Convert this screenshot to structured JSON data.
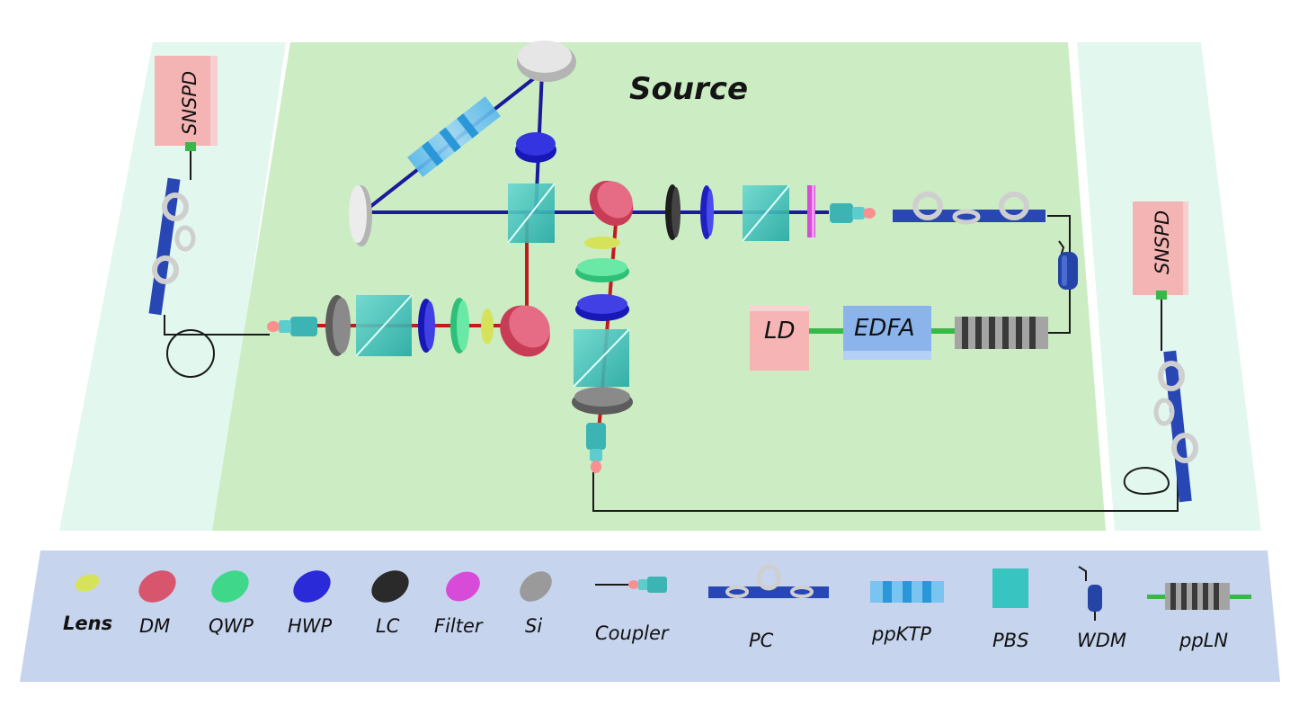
{
  "diagram": {
    "title": "Source",
    "detectors": {
      "left": "SNSPD",
      "right": "SNSPD"
    },
    "pump_chain": {
      "laser": "LD",
      "amplifier": "EDFA"
    }
  },
  "legend": {
    "items": [
      {
        "id": "lens",
        "label": "Lens"
      },
      {
        "id": "dm",
        "label": "DM"
      },
      {
        "id": "qwp",
        "label": "QWP"
      },
      {
        "id": "hwp",
        "label": "HWP"
      },
      {
        "id": "lc",
        "label": "LC"
      },
      {
        "id": "filter",
        "label": "Filter"
      },
      {
        "id": "si",
        "label": "Si"
      },
      {
        "id": "coupler",
        "label": "Coupler"
      },
      {
        "id": "pc",
        "label": "PC"
      },
      {
        "id": "ppktp",
        "label": "ppKTP"
      },
      {
        "id": "pbs",
        "label": "PBS"
      },
      {
        "id": "wdm",
        "label": "WDM"
      },
      {
        "id": "ppln",
        "label": "ppLN"
      }
    ]
  },
  "colors": {
    "panel_green": "#ccecc4",
    "side_panel": "#e2f7ee",
    "legend_bg": "#c6d4ee",
    "pump_beam": "#1a1a9a",
    "signal_beam": "#c41a1a",
    "lens": "#d6e35a",
    "dm": "#d8556e",
    "qwp": "#3fd88a",
    "hwp": "#2a2ad8",
    "lc": "#2a2a2a",
    "filter": "#d84ad8",
    "si": "#9a9a9a",
    "pbs": "#38c4c0",
    "ppktp": "#5ab4ec",
    "pc": "#2846b4",
    "detector": "#f4b4b4",
    "edfa": "#8cb4ec",
    "ld": "#f6b4b4"
  }
}
